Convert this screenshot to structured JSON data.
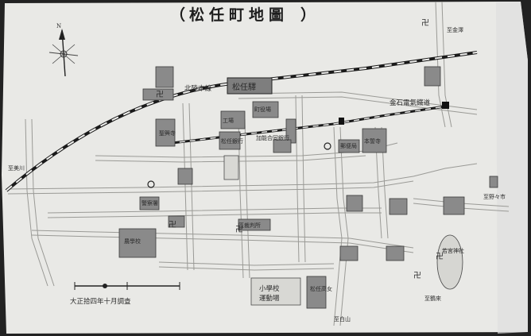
{
  "title": "松任町地圖",
  "title_open": "（",
  "title_close": "）",
  "compass_label": "N",
  "station": "松任驛",
  "date_note": "大正拾四年十月調査",
  "rail": {
    "main_line": "北陸本線",
    "branch_line": "金石電氣鐵道"
  },
  "labels": {
    "shrine_park": "若宮神社",
    "elem_school": "小學校",
    "girls_school": "松任高女",
    "agri_school": "農學校",
    "playground": "運動場",
    "town_office": "町役場",
    "police": "警察署",
    "post_office": "郵便局",
    "temple_a": "本誓寺",
    "temple_b": "聖興寺",
    "bank_a": "加能合同銀行",
    "bank_b": "松任銀行",
    "factory": "工場",
    "court": "區裁判所",
    "to_kanazawa": "至金澤",
    "to_mikawa": "至美川",
    "to_tsurugi": "至鶴來",
    "to_nonoichi": "至野々市",
    "to_hakusan": "至白山",
    "mark_a": "卍",
    "mark_b": "卍",
    "mark_c": "卍",
    "mark_d": "卍",
    "mark_e": "卍",
    "mark_f": "卍"
  }
}
